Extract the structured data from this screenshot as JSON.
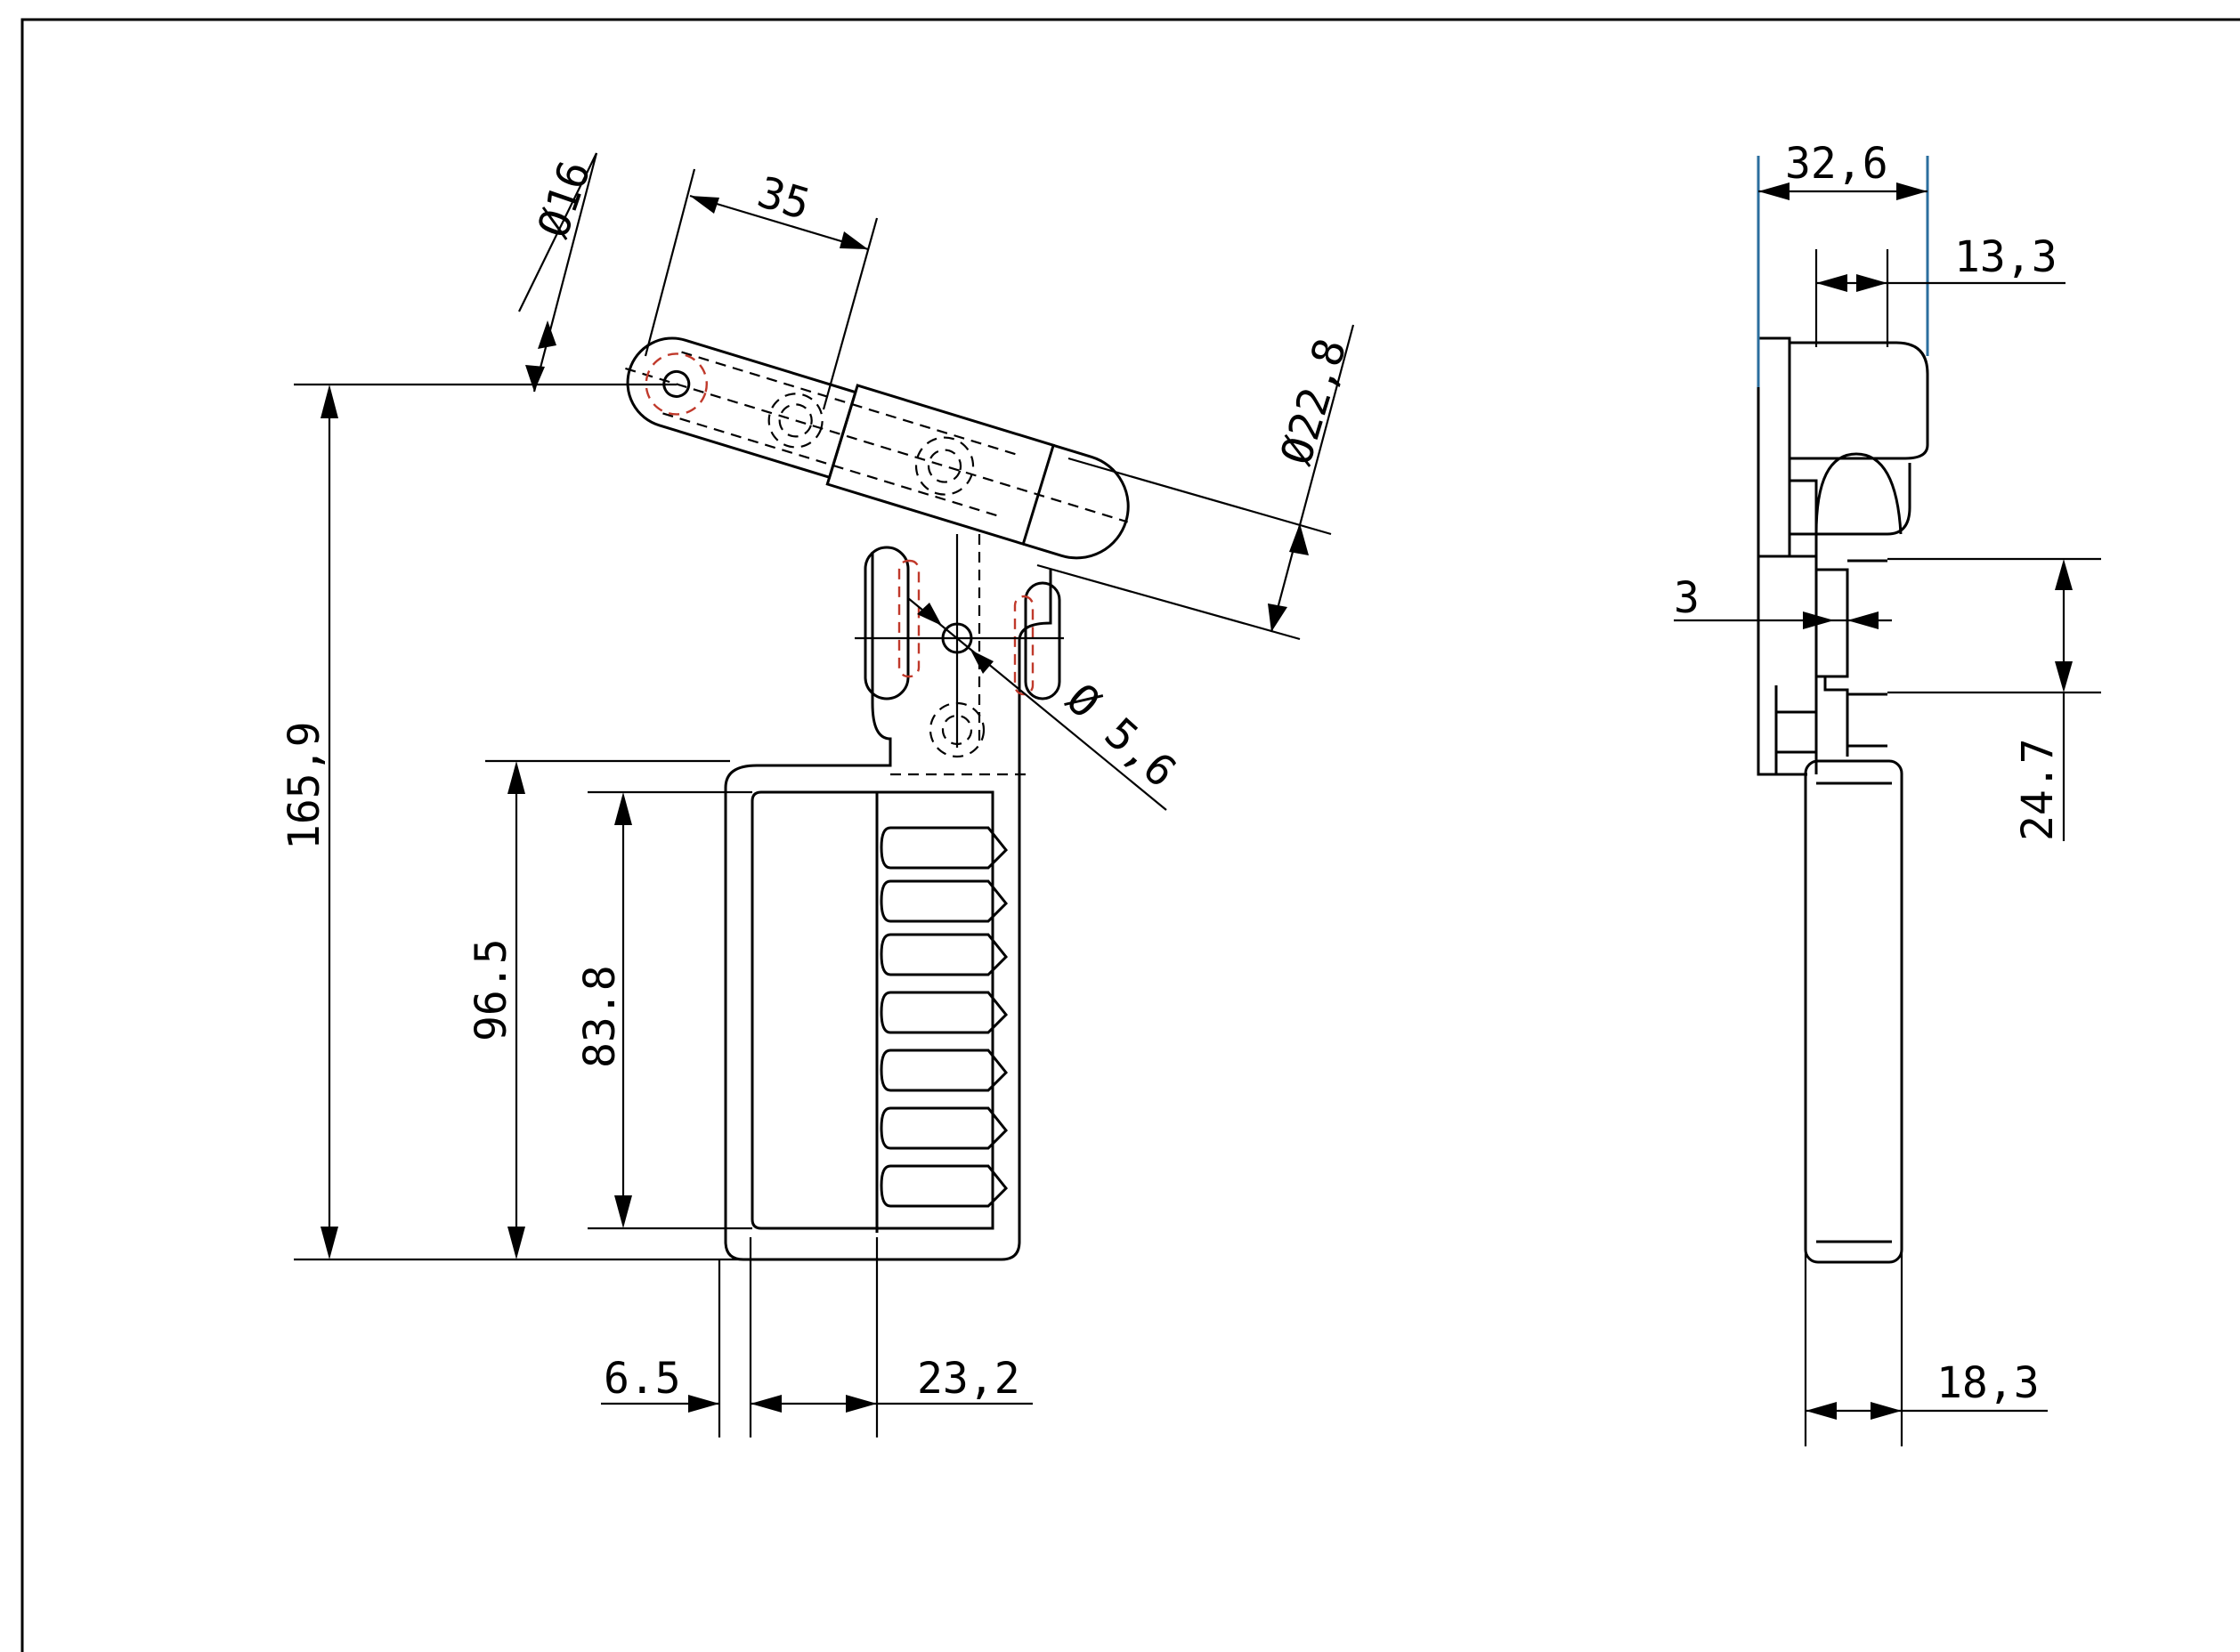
{
  "drawing": {
    "dimensions_front": {
      "dia_16": "Ø16",
      "len_35": "35",
      "dia_22_8": "Ø22,8",
      "dia_5_6": "Ø 5,6",
      "height_165_9": "165,9",
      "height_96_5": "96.5",
      "height_83_8": "83.8",
      "width_6_5": "6.5",
      "width_23_2": "23,2"
    },
    "dimensions_side": {
      "width_32_6": "32,6",
      "width_13_3": "13,3",
      "gap_3": "3",
      "height_24_7": "24.7",
      "width_18_3": "18,3"
    },
    "colors": {
      "line": "#000000",
      "hidden_highlight": "#c0392b",
      "extension_blue": "#2b6e9e"
    }
  }
}
